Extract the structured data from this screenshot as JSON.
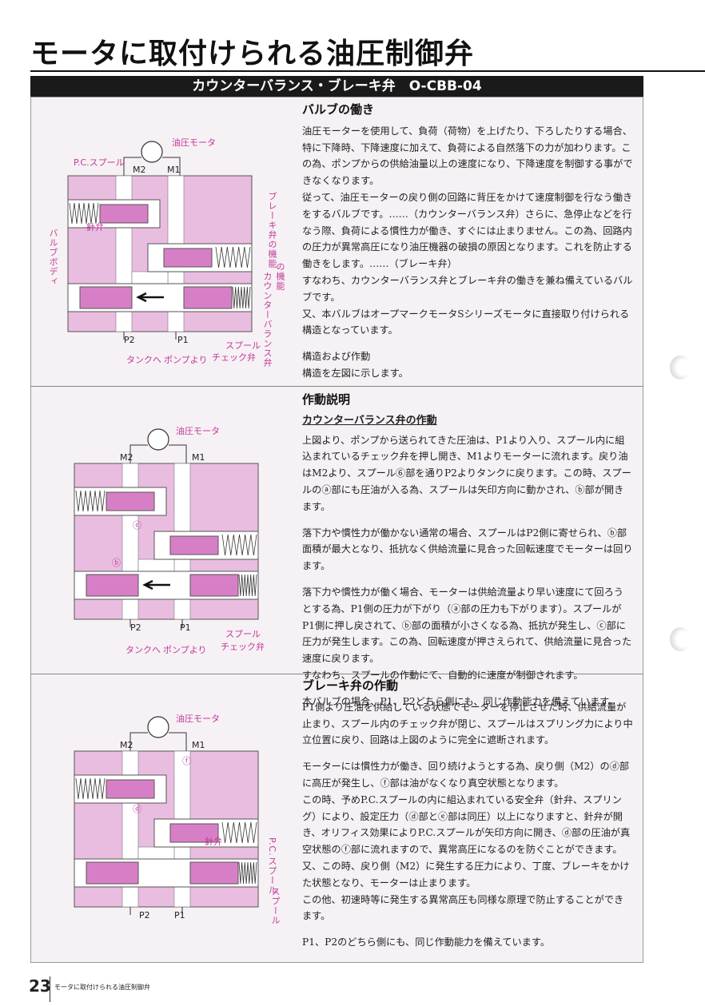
{
  "page_title": "モータに取付けられる油圧制御弁",
  "band_title": "カウンターバランス・ブレーキ弁　O-CBB-04",
  "colors": {
    "diagram_pink": "#e9bde0",
    "diagram_magenta": "#d77fc6",
    "label_magenta": "#c0399a",
    "band": "#1a1a1a"
  },
  "section1": {
    "heading": "バルブの働き",
    "paragraphs": [
      "油圧モーターを使用して、負荷（荷物）を上げたり、下ろしたりする場合、特に下降時、下降速度に加えて、負荷による自然落下の力が加わります。この為、ポンプからの供給油量以上の速度になり、下降速度を制御する事ができなくなります。",
      "従って、油圧モーターの戻り側の回路に背圧をかけて速度制御を行なう働きをするバルブです。……（カウンターバランス弁）さらに、急停止などを行なう際、負荷による慣性力が働き、すぐには止まりません。この為、回路内の圧力が異常高圧になり油圧機器の破損の原因となります。これを防止する働きをします。……（ブレーキ弁）",
      "すなわち、カウンターバランス弁とブレーキ弁の働きを兼ね備えているバルブです。",
      "又、本バルブはオープマークモータSシリーズモータに直接取り付けられる構造となっています。",
      "構造および作動",
      "構造を左図に示します。"
    ],
    "diagram": {
      "motor": "油圧モータ",
      "pc_spool": "P.C.スプール",
      "m2": "M2",
      "m1": "M1",
      "needle": "針弁",
      "body": "バルブボディ",
      "brake_func": "ブレーキ弁の機能",
      "cb_func_a": "カウンターバランス弁",
      "cb_func_b": "の機能",
      "p2": "P2",
      "p1": "P1",
      "to_tank": "タンクへ",
      "from_pump": "ポンプより",
      "spool": "スプール",
      "check": "チェック弁"
    }
  },
  "section2": {
    "heading": "作動説明",
    "subheading": "カウンターバランス弁の作動",
    "paragraphs": [
      "上図より、ポンプから送られてきた圧油は、P1より入り、スプール内に組込まれているチェック弁を押し開き、M1よりモーターに流れます。戻り油はM2より、スプール⑥部を通りP2よりタンクに戻ります。この時、スプールのⓐ部にも圧油が入る為、スプールは矢印方向に動かされ、ⓑ部が開きます。",
      "落下力や慣性力が働かない通常の場合、スプールはP2側に寄せられ、ⓑ部面積が最大となり、抵抗なく供給流量に見合った回転速度でモーターは回ります。",
      "落下力や慣性力が働く場合、モーターは供給流量より早い速度にて回ろうとする為、P1側の圧力が下がり（ⓐ部の圧力も下がります）。スプールがP1側に押し戻されて、ⓑ部の面積が小さくなる為、抵抗が発生し、ⓒ部に圧力が発生します。この為、回転速度が押さえられて、供給流量に見合った速度に戻ります。",
      "すなわち、スプールの作動にて、自動的に速度が制御されます。",
      "本バルブの場合、P1、P2どちら側にも、同じ作動能力を備えています。"
    ],
    "diagram": {
      "motor": "油圧モータ",
      "m2": "M2",
      "m1": "M1",
      "c": "ⓒ",
      "b": "ⓑ",
      "p2": "P2",
      "p1": "P1",
      "to_tank": "タンクへ",
      "from_pump": "ポンプより",
      "spool": "スプール",
      "check": "チェック弁"
    }
  },
  "section3": {
    "heading": "ブレーキ弁の作動",
    "paragraphs": [
      "P1側より圧油を供給している状態でモーターを停止させた時、供給流量が止まり、スプール内のチェック弁が閉じ、スプールはスプリング力により中立位置に戻り、回路は上図のように完全に遮断されます。",
      "モーターには慣性力が働き、回り続けようとする為、戻り側（M2）のⓓ部に高圧が発生し、ⓕ部は油がなくなり真空状態となります。",
      "この時、予めP.C.スプールの内に組込まれている安全弁（針弁、スプリング）により、設定圧力（ⓓ部とⓔ部は同圧）以上になりますと、針弁が開き、オリフィス効果によりP.C.スプールが矢印方向に開き、ⓓ部の圧油が真空状態のⓕ部に流れますので、異常高圧になるのを防ぐことができます。",
      "又、この時、戻り側（M2）に発生する圧力により、丁度、ブレーキをかけた状態となり、モーターは止まります。",
      "この他、初速時等に発生する異常高圧も同様な原理で防止することができます。",
      "P1、P2のどちら側にも、同じ作動能力を備えています。"
    ],
    "diagram": {
      "motor": "油圧モータ",
      "m2": "M2",
      "m1": "M1",
      "f": "ⓕ",
      "d": "ⓓ",
      "needle": "針弁",
      "pc_spool": "P.C.スプール",
      "spool": "スプール",
      "p2": "P2",
      "p1": "P1"
    }
  },
  "footer": {
    "page_number": "23",
    "running_title": "モータに取付けられる油圧制御弁"
  }
}
